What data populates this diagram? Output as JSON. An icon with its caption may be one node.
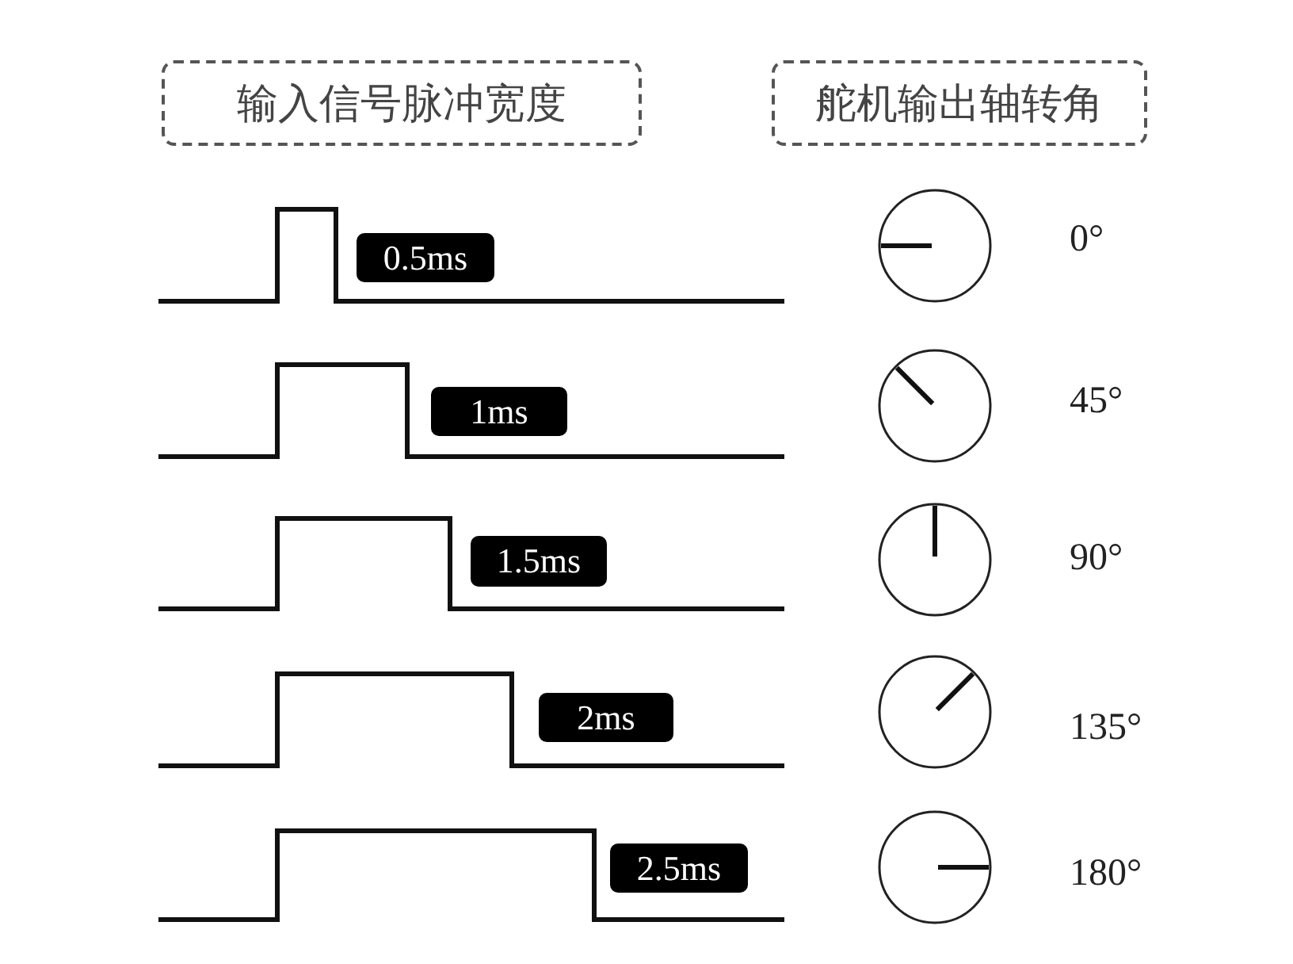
{
  "diagram": {
    "nodes": [
      {
        "text": [
          "输入信号脉冲宽度"
        ]
      },
      {
        "text": [
          "舵机输出轴转角"
        ]
      },
      {
        "text": [
          "0.5ms"
        ]
      },
      {
        "text": [],
        "shape": "circle",
        "beside": [
          "0°"
        ]
      },
      {
        "text": [
          "1ms"
        ]
      },
      {
        "text": [],
        "shape": "circle",
        "beside": [
          "45°"
        ]
      },
      {
        "text": [
          "1.5ms"
        ]
      },
      {
        "text": [],
        "shape": "circle",
        "beside": [
          "90°"
        ]
      },
      {
        "text": [
          "2ms"
        ]
      },
      {
        "text": [],
        "shape": "circle",
        "beside": [
          "135°"
        ]
      },
      {
        "text": [
          "2.5ms"
        ]
      },
      {
        "text": [],
        "shape": "circle",
        "beside": [
          "180°"
        ]
      }
    ],
    "edges": []
  }
}
